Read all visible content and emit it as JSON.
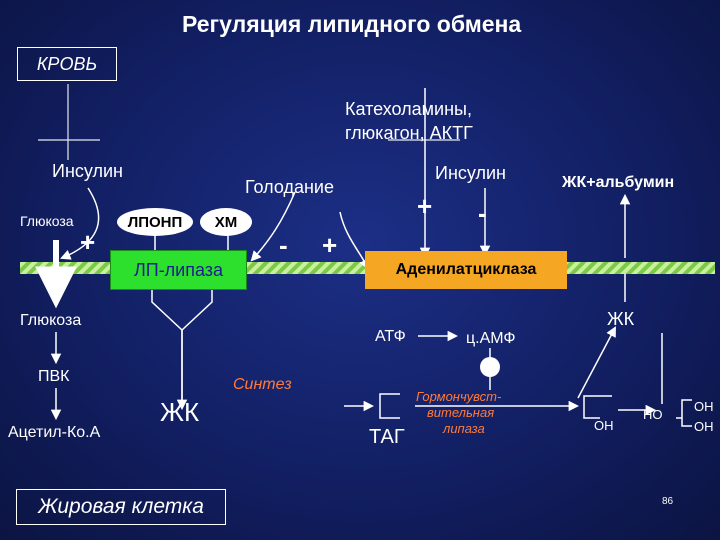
{
  "title": "Регуляция липидного обмена",
  "blood_label": "КРОВЬ",
  "hormones_label_line1": "Катехоламины,",
  "hormones_label_line2": "глюкагон, АКТГ",
  "insulin_left": "Инсулин",
  "fasting": "Голодание",
  "insulin_right": "Инсулин",
  "fa_albumin": "ЖК+альбумин",
  "glucose_outer": "Глюкоза",
  "vldl": "ЛПОНП",
  "chylomicron": "ХМ",
  "lpl": "ЛП-липаза",
  "adenylate_cyclase": "Аденилатциклаза",
  "signs": {
    "plus": "+",
    "minus": "-"
  },
  "glucose_inner": "Глюкоза",
  "atp": "АТФ",
  "camp": "ц.АМФ",
  "fa_right": "ЖК",
  "pyruvate": "ПВК",
  "synthesis": "Синтез",
  "hs_lipase_line1": "Гормончувст-",
  "hs_lipase_line2": "вительная",
  "hs_lipase_line3": "липаза",
  "acetyl_coa": "Ацетил-Ко.А",
  "fa_center": "ЖК",
  "tag": "ТАГ",
  "oh": "ОН",
  "ho": "НО",
  "fat_cell": "Жировая клетка",
  "page_number": "86",
  "colors": {
    "background": "#121f63",
    "lipase_box": "#2ee02e",
    "lipase_text": "#1d1d8f",
    "adenylate_box": "#f5a623",
    "membrane_stripe": "#9fe067",
    "italic_text": "#ff7a3a"
  }
}
